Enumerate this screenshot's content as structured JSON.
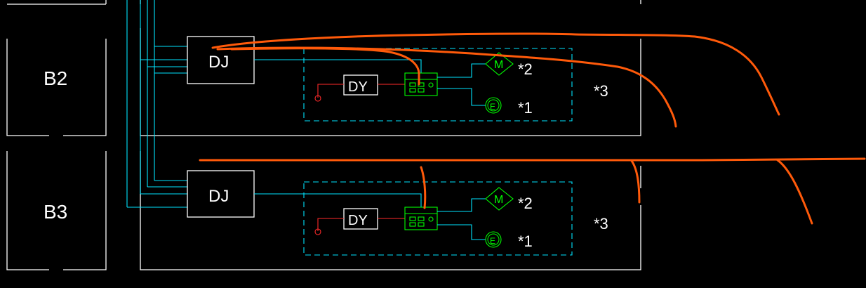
{
  "colors": {
    "background": "#000000",
    "outline": "#ffffff",
    "wire": "#00e5ff",
    "device": "#00ff00",
    "power": "#ff2a2a",
    "markup": "#ff5a0a"
  },
  "rooms": [
    {
      "id": "b2",
      "label": "B2"
    },
    {
      "id": "b3",
      "label": "B3"
    }
  ],
  "floors": [
    {
      "id": "upper",
      "distribution_box": "DJ",
      "power_unit": "DY",
      "motor_symbol": "M",
      "motor_count": "*2",
      "sensor_symbol": "E",
      "sensor_count": "*1",
      "group_count": "*3"
    },
    {
      "id": "lower",
      "distribution_box": "DJ",
      "power_unit": "DY",
      "motor_symbol": "M",
      "motor_count": "*2",
      "sensor_symbol": "E",
      "sensor_count": "*1",
      "group_count": "*3"
    }
  ]
}
